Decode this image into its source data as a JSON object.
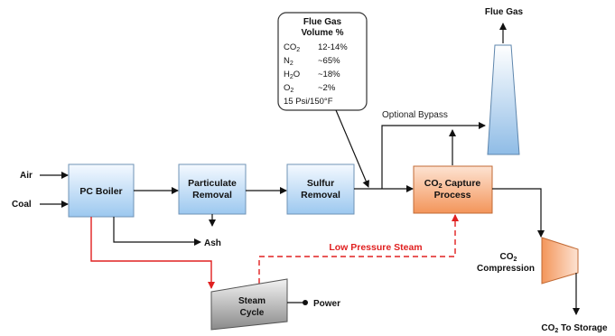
{
  "inputs": {
    "air": "Air",
    "coal": "Coal"
  },
  "boxes": {
    "pc_boiler": "PC Boiler",
    "particulate_line1": "Particulate",
    "particulate_line2": "Removal",
    "sulfur_line1": "Sulfur",
    "sulfur_line2": "Removal",
    "capture_line1_pre": "CO",
    "capture_line1_sub": "2",
    "capture_line1_post": " Capture",
    "capture_line2": "Process"
  },
  "flue_gas_box": {
    "title_line1": "Flue Gas",
    "title_line2": "Volume %",
    "rows": [
      {
        "species": "CO",
        "sub": "2",
        "value": "12-14%"
      },
      {
        "species": "N",
        "sub": "2",
        "value": "~65%"
      },
      {
        "species": "H",
        "sub": "2",
        "post": "O",
        "value": "~18%"
      },
      {
        "species": "O",
        "sub": "2",
        "value": "~2%"
      }
    ],
    "conditions": "15 Psi/150°F"
  },
  "labels": {
    "flue_gas_top": "Flue Gas",
    "optional_bypass": "Optional Bypass",
    "ash": "Ash",
    "low_pressure_steam": "Low Pressure Steam",
    "power": "Power",
    "steam_cycle_line1": "Steam",
    "steam_cycle_line2": "Cycle",
    "compression_line1_pre": "CO",
    "compression_line1_sub": "2",
    "compression_line2": "Compression",
    "storage_pre": "CO",
    "storage_sub": "2",
    "storage_post": " To Storage"
  },
  "colors": {
    "blue_box_top": "#f4f9ff",
    "blue_box_bottom": "#9cc8ef",
    "orange_box_top": "#fde3d2",
    "orange_box_bottom": "#f3955a",
    "steam_red": "#e02020",
    "grey_turbine_top": "#f2f2f2",
    "grey_turbine_bottom": "#8a8a8a"
  }
}
